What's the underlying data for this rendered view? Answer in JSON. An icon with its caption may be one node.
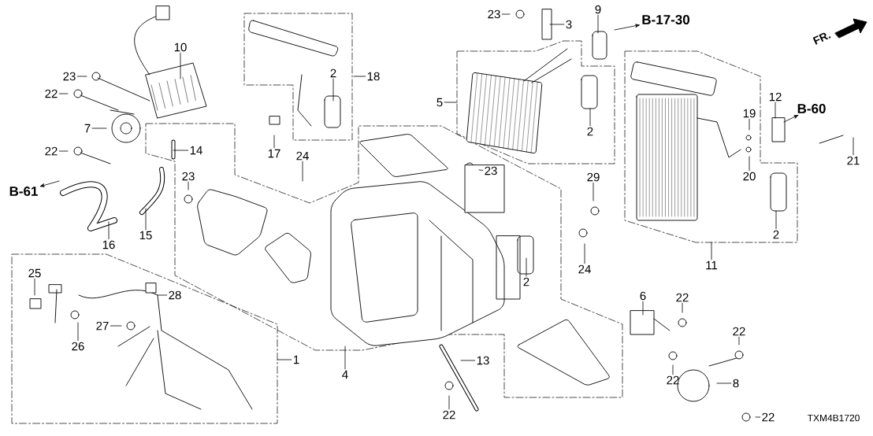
{
  "diagram": {
    "nodes": [
      {
        "text": [
          "10"
        ]
      },
      {
        "text": [
          "23"
        ]
      },
      {
        "text": [
          "22"
        ]
      },
      {
        "text": [
          "7"
        ]
      },
      {
        "text": [
          "22"
        ]
      },
      {
        "text": [
          "14"
        ]
      },
      {
        "text": [
          "23"
        ]
      },
      {
        "text": [
          "15"
        ]
      },
      {
        "text": [
          "16"
        ]
      },
      {
        "text": [
          "2"
        ]
      },
      {
        "text": [
          "18"
        ]
      },
      {
        "text": [
          "17"
        ]
      },
      {
        "text": [
          "24"
        ]
      },
      {
        "text": [
          "5"
        ]
      },
      {
        "text": [
          "23"
        ]
      },
      {
        "text": [
          "3"
        ]
      },
      {
        "text": [
          "9"
        ]
      },
      {
        "text": [
          "2"
        ]
      },
      {
        "text": [
          "23"
        ]
      },
      {
        "text": [
          "29"
        ]
      },
      {
        "text": [
          "19"
        ]
      },
      {
        "text": [
          "12"
        ]
      },
      {
        "text": [
          "21"
        ]
      },
      {
        "text": [
          "20"
        ]
      },
      {
        "text": [
          "2"
        ]
      },
      {
        "text": [
          "11"
        ]
      },
      {
        "text": [
          "24"
        ]
      },
      {
        "text": [
          "2"
        ]
      },
      {
        "text": [
          "25"
        ]
      },
      {
        "text": [
          "28"
        ]
      },
      {
        "text": [
          "26"
        ]
      },
      {
        "text": [
          "27"
        ]
      },
      {
        "text": [
          "1"
        ]
      },
      {
        "text": [
          "4"
        ]
      },
      {
        "text": [
          "6"
        ]
      },
      {
        "text": [
          "22"
        ]
      },
      {
        "text": [
          "13"
        ]
      },
      {
        "text": [
          "22"
        ]
      },
      {
        "text": [
          "22"
        ]
      },
      {
        "text": [
          "22"
        ]
      },
      {
        "text": [
          "8"
        ]
      },
      {
        "text": [
          "22"
        ]
      },
      {
        "text": [
          "B-61"
        ]
      },
      {
        "text": [
          "B-17-30"
        ]
      },
      {
        "text": [
          "B-60"
        ]
      }
    ],
    "edges": [
      {
        "from": 0,
        "to": null,
        "arrow": "none"
      },
      {
        "from": 1,
        "to": null,
        "arrow": "none"
      },
      {
        "from": 2,
        "to": null,
        "arrow": "none"
      },
      {
        "from": 3,
        "to": null,
        "arrow": "none"
      },
      {
        "from": 4,
        "to": null,
        "arrow": "none"
      },
      {
        "from": 5,
        "to": null,
        "arrow": "none"
      },
      {
        "from": 6,
        "to": null,
        "arrow": "none"
      },
      {
        "from": 7,
        "to": null,
        "arrow": "none"
      },
      {
        "from": 8,
        "to": null,
        "arrow": "none"
      },
      {
        "from": 9,
        "to": null,
        "arrow": "none"
      },
      {
        "from": 10,
        "to": null,
        "arrow": "none"
      },
      {
        "from": 11,
        "to": null,
        "arrow": "none"
      },
      {
        "from": 12,
        "to": null,
        "arrow": "none"
      },
      {
        "from": 13,
        "to": null,
        "arrow": "none"
      },
      {
        "from": 14,
        "to": null,
        "arrow": "none"
      },
      {
        "from": 15,
        "to": null,
        "arrow": "none"
      },
      {
        "from": 16,
        "to": null,
        "arrow": "none"
      },
      {
        "from": 17,
        "to": null,
        "arrow": "none"
      },
      {
        "from": 18,
        "to": null,
        "arrow": "none"
      },
      {
        "from": 19,
        "to": null,
        "arrow": "none"
      },
      {
        "from": 20,
        "to": null,
        "arrow": "none"
      },
      {
        "from": 21,
        "to": null,
        "arrow": "none"
      },
      {
        "from": 22,
        "to": null,
        "arrow": "none"
      },
      {
        "from": 23,
        "to": null,
        "arrow": "none"
      },
      {
        "from": 24,
        "to": null,
        "arrow": "none"
      },
      {
        "from": 25,
        "to": null,
        "arrow": "none"
      },
      {
        "from": 26,
        "to": null,
        "arrow": "none"
      },
      {
        "from": 27,
        "to": null,
        "arrow": "none"
      },
      {
        "from": 28,
        "to": null,
        "arrow": "none"
      },
      {
        "from": 29,
        "to": null,
        "arrow": "none"
      },
      {
        "from": 30,
        "to": null,
        "arrow": "none"
      },
      {
        "from": 31,
        "to": null,
        "arrow": "none"
      },
      {
        "from": 32,
        "to": null,
        "arrow": "none"
      },
      {
        "from": 33,
        "to": null,
        "arrow": "none"
      },
      {
        "from": 34,
        "to": null,
        "arrow": "none"
      },
      {
        "from": 35,
        "to": null,
        "arrow": "none"
      },
      {
        "from": 36,
        "to": null,
        "arrow": "none"
      },
      {
        "from": 37,
        "to": null,
        "arrow": "none"
      },
      {
        "from": 38,
        "to": null,
        "arrow": "none"
      },
      {
        "from": 39,
        "to": null,
        "arrow": "none"
      },
      {
        "from": 40,
        "to": null,
        "arrow": "none"
      },
      {
        "from": 41,
        "to": null,
        "arrow": "none"
      },
      {
        "from": null,
        "to": 42,
        "arrow": "to"
      },
      {
        "from": null,
        "to": 43,
        "arrow": "to"
      },
      {
        "from": null,
        "to": 44,
        "arrow": "to"
      }
    ],
    "labels": [
      "FR.",
      "TXM4B1720"
    ]
  }
}
